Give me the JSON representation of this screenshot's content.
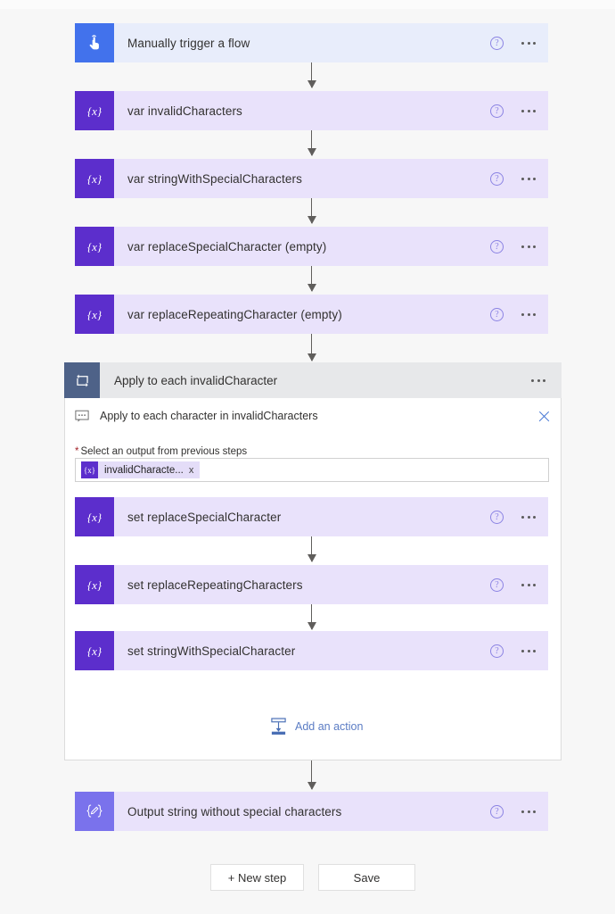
{
  "page": {
    "background": "#f7f7f7",
    "accent_purple": "#5c2ecc",
    "accent_blue": "#4272ec",
    "loop_accent": "#4e6288",
    "compose_accent": "#7a72ec",
    "required_marker": "*"
  },
  "steps": [
    {
      "label": "Manually trigger a flow",
      "icon": "tap-hand-icon",
      "kind": "trigger",
      "help": "?",
      "menu": "more-options"
    },
    {
      "label": "var invalidCharacters",
      "icon": "variable-braces-icon",
      "kind": "variable",
      "help": "?",
      "menu": "more-options"
    },
    {
      "label": "var stringWithSpecialCharacters",
      "icon": "variable-braces-icon",
      "kind": "variable",
      "help": "?",
      "menu": "more-options"
    },
    {
      "label": "var replaceSpecialCharacter (empty)",
      "icon": "variable-braces-icon",
      "kind": "variable",
      "help": "?",
      "menu": "more-options"
    },
    {
      "label": "var replaceRepeatingCharacter (empty)",
      "icon": "variable-braces-icon",
      "kind": "variable",
      "help": "?",
      "menu": "more-options"
    }
  ],
  "loop": {
    "title": "Apply to each invalidCharacter",
    "icon": "loop-repeat-icon",
    "menu": "more-options",
    "comment": {
      "text": "Apply to each character in invalidCharacters",
      "icon": "comment-bubble-icon",
      "close": "close-icon"
    },
    "field": {
      "label": "Select an output from previous steps",
      "required": "*",
      "token": {
        "badge": "{x}",
        "text": "invalidCharacte...",
        "remove": "x"
      }
    },
    "actions": [
      {
        "label": "set replaceSpecialCharacter",
        "icon": "variable-braces-icon",
        "help": "?",
        "menu": "more-options"
      },
      {
        "label": "set replaceRepeatingCharacters",
        "icon": "variable-braces-icon",
        "help": "?",
        "menu": "more-options"
      },
      {
        "label": "set stringWithSpecialCharacter",
        "icon": "variable-braces-icon",
        "help": "?",
        "menu": "more-options"
      }
    ],
    "add_action": {
      "label": "Add an action",
      "icon": "insert-action-icon"
    }
  },
  "output_step": {
    "label": "Output string without special characters",
    "icon": "compose-braces-pencil-icon",
    "help": "?",
    "menu": "more-options"
  },
  "footer": {
    "new_step_label": "+ New step",
    "save_label": "Save"
  }
}
